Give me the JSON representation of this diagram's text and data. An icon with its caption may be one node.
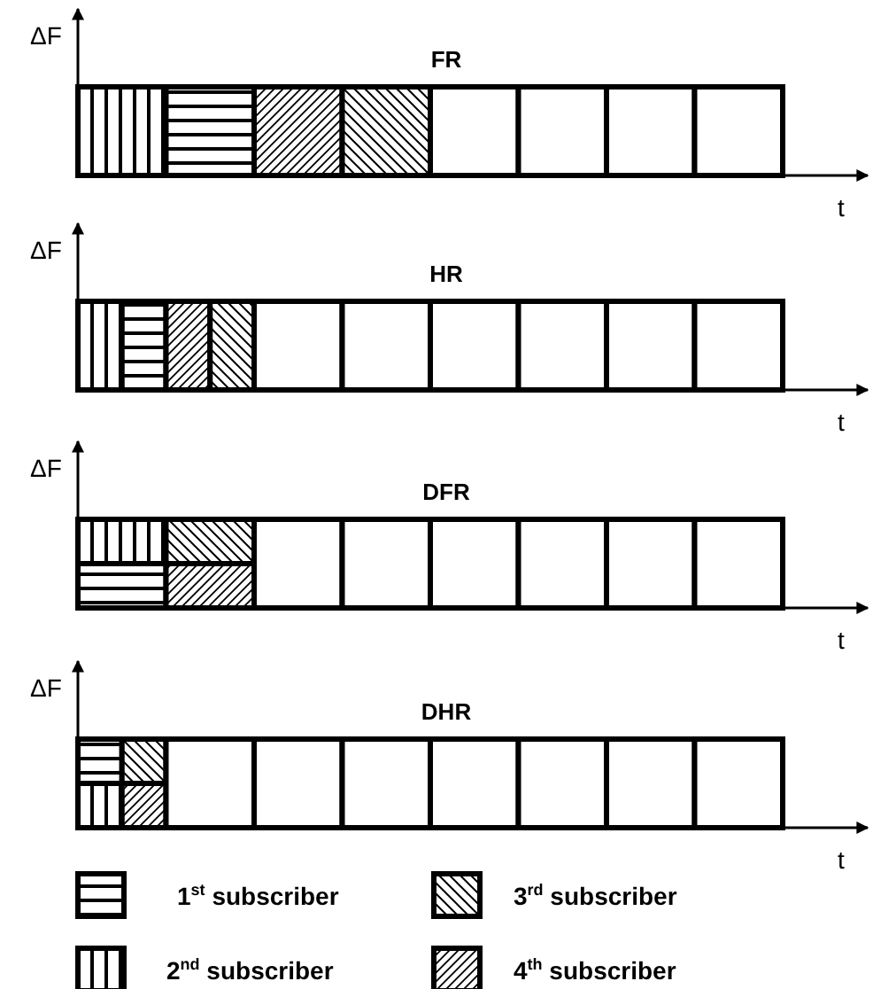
{
  "diagram": {
    "labels": [
      "ΔF",
      "FR",
      "t",
      "ΔF",
      "HR",
      "t",
      "ΔF",
      "DFR",
      "t",
      "ΔF",
      "DHR",
      "t"
    ],
    "legend": [
      {
        "text": "1$^{st}$ subscriber"
      },
      {
        "text": "3$^{rd}$ subscriber"
      },
      {
        "text": "2$^{nd}$ subscriber"
      },
      {
        "text": "4$^{th}$ subscriber"
      }
    ]
  }
}
